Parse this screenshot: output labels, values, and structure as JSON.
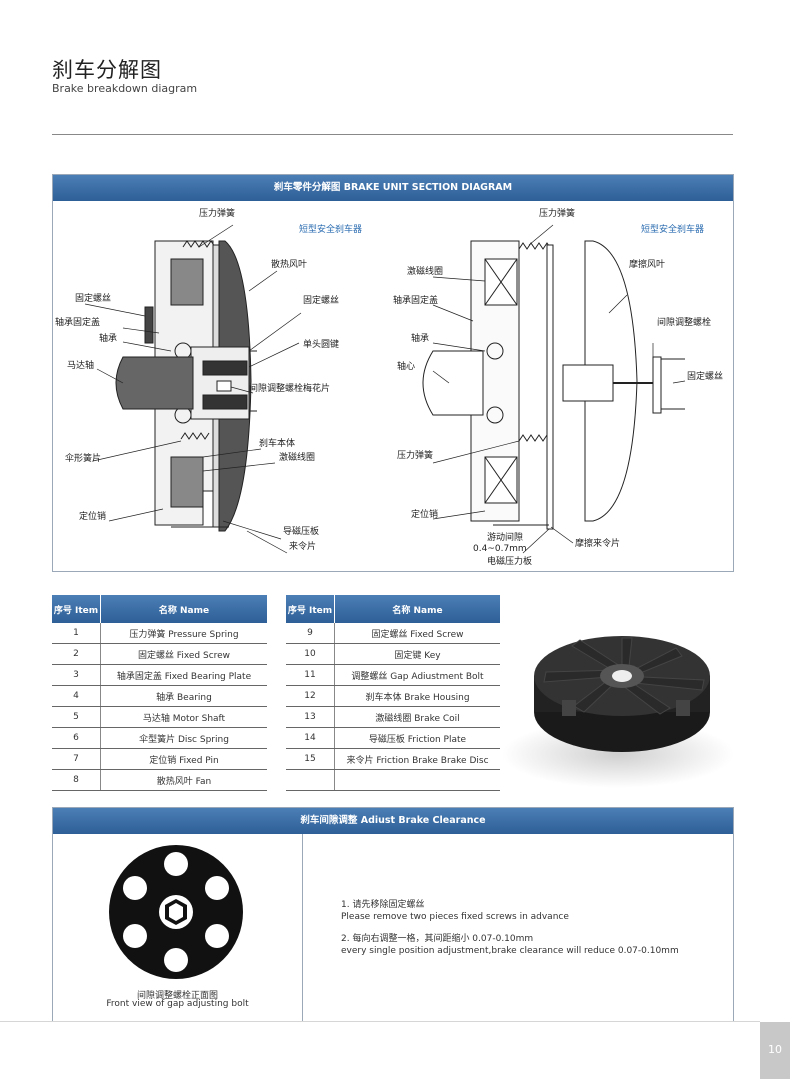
{
  "header": {
    "title_cn": "刹车分解图",
    "title_en": "Brake breakdown diagram"
  },
  "diagram": {
    "panel_title": "刹车零件分解图 BRAKE UNIT SECTION DIAGRAM",
    "left_labels": {
      "pressure_spring": "压力弹簧",
      "short_brake": "短型安全刹车器",
      "fan": "散热风叶",
      "fixed_screw_a": "固定螺丝",
      "fixed_screw_b": "固定螺丝",
      "bearing_plate": "轴承固定盖",
      "bearing": "轴承",
      "single_key": "单头圆键",
      "motor_shaft": "马达轴",
      "plum_piece": "间隙调整螺栓梅花片",
      "housing": "刹车本体",
      "coil": "激磁线圈",
      "disc_spring": "伞形簧片",
      "fixed_pin": "定位销",
      "friction_plate": "导磁压板",
      "brake_disc": "来令片"
    },
    "right_labels": {
      "pressure_spring_top": "压力弹簧",
      "short_brake": "短型安全刹车器",
      "coil": "激磁线圈",
      "friction_fan": "摩擦风叶",
      "bearing_plate": "轴承固定盖",
      "gap_bolt": "间隙调整螺栓",
      "bearing": "轴承",
      "fixed_screw": "固定螺丝",
      "core": "轴心",
      "pressure_spring_bottom": "压力弹簧",
      "fixed_pin": "定位销",
      "free_gap": "游动间隙",
      "gap_value": "0.4~0.7mm",
      "friction_disc": "摩擦来令片",
      "em_plate": "电磁压力板"
    }
  },
  "parts_table": {
    "col_item": "序号 Item",
    "col_name": "名称 Name",
    "left_rows": [
      {
        "item": "1",
        "name": "压力弹簧 Pressure Spring"
      },
      {
        "item": "2",
        "name": "固定螺丝 Fixed Screw"
      },
      {
        "item": "3",
        "name": "轴承固定盖 Fixed Bearing Plate"
      },
      {
        "item": "4",
        "name": "轴承 Bearing"
      },
      {
        "item": "5",
        "name": "马达轴 Motor Shaft"
      },
      {
        "item": "6",
        "name": "伞型簧片 Disc Spring"
      },
      {
        "item": "7",
        "name": "定位销 Fixed Pin"
      },
      {
        "item": "8",
        "name": "散热风叶 Fan"
      }
    ],
    "right_rows": [
      {
        "item": "9",
        "name": "固定螺丝 Fixed Screw"
      },
      {
        "item": "10",
        "name": "固定键 Key"
      },
      {
        "item": "11",
        "name": "调整螺丝 Gap Adiustment Bolt"
      },
      {
        "item": "12",
        "name": "刹车本体 Brake Housing"
      },
      {
        "item": "13",
        "name": "激磁线圈 Brake Coil"
      },
      {
        "item": "14",
        "name": "导磁压板 Friction Plate"
      },
      {
        "item": "15",
        "name": "来令片 Friction Brake Brake Disc"
      },
      {
        "item": "",
        "name": ""
      }
    ]
  },
  "clearance": {
    "panel_title": "刹车间隙调整 Adiust Brake Clearance",
    "caption_cn": "间隙调整螺栓正面图",
    "caption_en": "Front view of gap adjusting bolt",
    "step1_cn": "1. 请先移除固定螺丝",
    "step1_en": "Please remove two pieces fixed screws in advance",
    "step2_cn": "2. 每向右调整一格，其间距缩小 0.07-0.10mm",
    "step2_en": "every single position adjustment,brake clearance will reduce 0.07-0.10mm"
  },
  "page_number": "10",
  "colors": {
    "header_blue": "#2e5f97",
    "label_blue": "#2b6cb0"
  }
}
